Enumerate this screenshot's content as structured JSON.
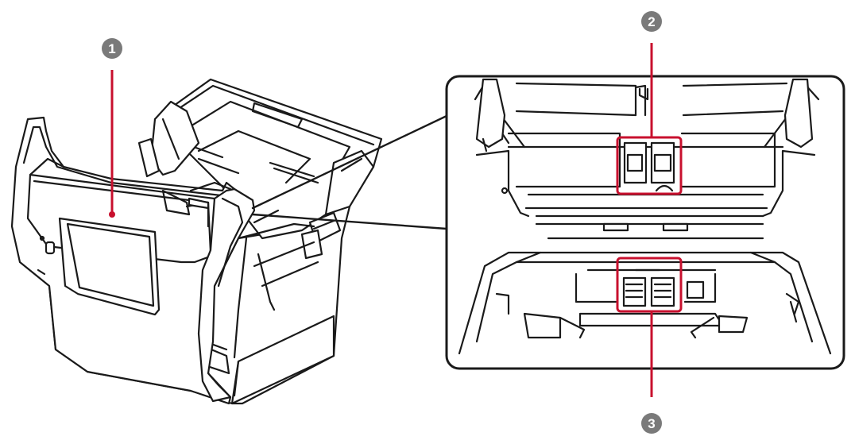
{
  "callouts": [
    {
      "number": "1"
    },
    {
      "number": "2"
    },
    {
      "number": "3"
    }
  ],
  "colors": {
    "leader": "#c8102e",
    "badge": "#7a7a7a",
    "outline": "#1a1a1a",
    "fill": "#ffffff"
  }
}
